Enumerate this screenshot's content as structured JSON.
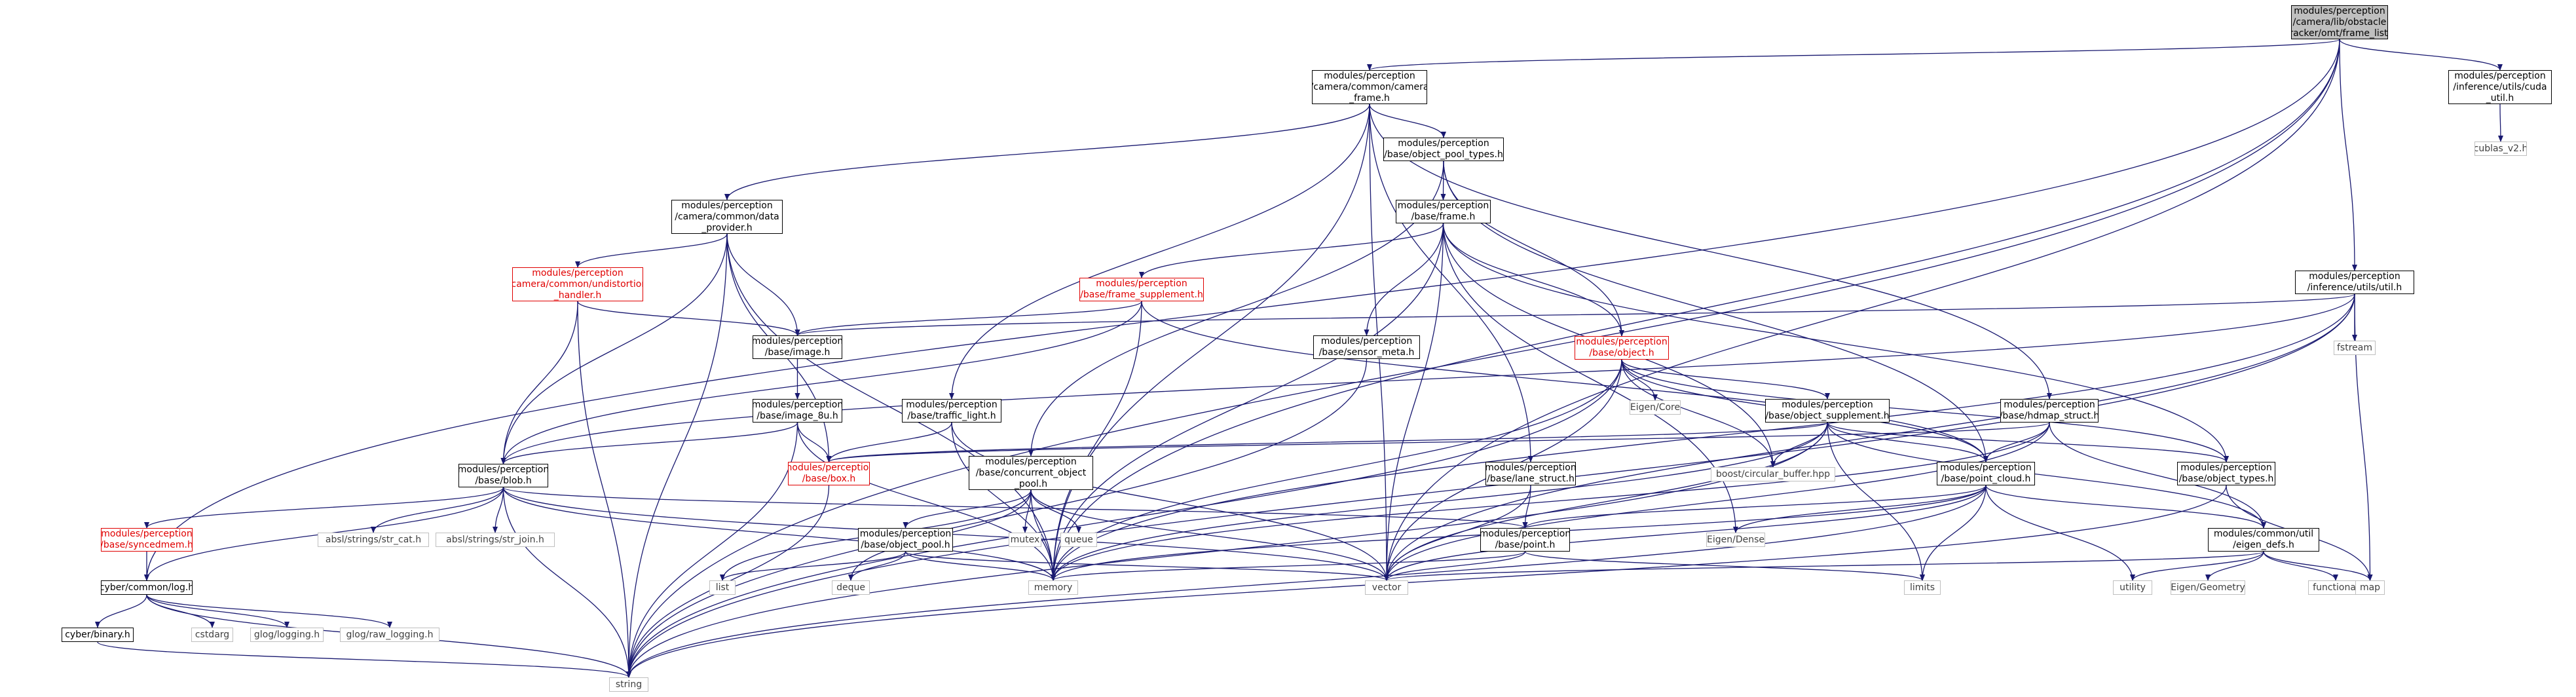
{
  "colors": {
    "edge": "#191970",
    "box": "#000000",
    "missing": "#e00000",
    "root_fill": "#bfbfbf",
    "plain_border": "#bfbfbf"
  },
  "nodes": {
    "root": {
      "label": "modules/perception\n/camera/lib/obstacle\n/tracker/omt/frame_list.h",
      "kind": "root"
    },
    "camera_frame": {
      "label": "modules/perception\n/camera/common/camera\n_frame.h",
      "kind": "normal"
    },
    "cuda_util": {
      "label": "modules/perception\n/inference/utils/cuda\n_util.h",
      "kind": "normal"
    },
    "cublas": {
      "label": "cublas_v2.h",
      "kind": "plain"
    },
    "object_pool_types": {
      "label": "modules/perception\n/base/object_pool_types.h",
      "kind": "normal"
    },
    "data_provider": {
      "label": "modules/perception\n/camera/common/data\n_provider.h",
      "kind": "normal"
    },
    "frame": {
      "label": "modules/perception\n/base/frame.h",
      "kind": "normal"
    },
    "inference_util": {
      "label": "modules/perception\n/inference/utils/util.h",
      "kind": "normal"
    },
    "undistortion": {
      "label": "modules/perception\n/camera/common/undistortion\n_handler.h",
      "kind": "red"
    },
    "frame_supplement": {
      "label": "modules/perception\n/base/frame_supplement.h",
      "kind": "red"
    },
    "fstream": {
      "label": "fstream",
      "kind": "plain"
    },
    "image": {
      "label": "modules/perception\n/base/image.h",
      "kind": "normal"
    },
    "sensor_meta": {
      "label": "modules/perception\n/base/sensor_meta.h",
      "kind": "normal"
    },
    "object": {
      "label": "modules/perception\n/base/object.h",
      "kind": "red"
    },
    "eigen_core": {
      "label": "Eigen/Core",
      "kind": "plain"
    },
    "image_8u": {
      "label": "modules/perception\n/base/image_8u.h",
      "kind": "normal"
    },
    "traffic_light": {
      "label": "modules/perception\n/base/traffic_light.h",
      "kind": "normal"
    },
    "object_supplement": {
      "label": "modules/perception\n/base/object_supplement.h",
      "kind": "normal"
    },
    "hdmap_struct": {
      "label": "modules/perception\n/base/hdmap_struct.h",
      "kind": "normal"
    },
    "blob": {
      "label": "modules/perception\n/base/blob.h",
      "kind": "normal"
    },
    "box": {
      "label": "modules/perception\n/base/box.h",
      "kind": "red"
    },
    "concurrent_pool": {
      "label": "modules/perception\n/base/concurrent_object\n_pool.h",
      "kind": "normal"
    },
    "lane_struct": {
      "label": "modules/perception\n/base/lane_struct.h",
      "kind": "normal"
    },
    "boost_cb": {
      "label": "boost/circular_buffer.hpp",
      "kind": "plain"
    },
    "point_cloud": {
      "label": "modules/perception\n/base/point_cloud.h",
      "kind": "normal"
    },
    "object_types": {
      "label": "modules/perception\n/base/object_types.h",
      "kind": "normal"
    },
    "syncedmem": {
      "label": "modules/perception\n/base/syncedmem.h",
      "kind": "red"
    },
    "str_cat": {
      "label": "absl/strings/str_cat.h",
      "kind": "plain"
    },
    "str_join": {
      "label": "absl/strings/str_join.h",
      "kind": "plain"
    },
    "mutex": {
      "label": "mutex",
      "kind": "plain"
    },
    "queue": {
      "label": "queue",
      "kind": "plain"
    },
    "object_pool": {
      "label": "modules/perception\n/base/object_pool.h",
      "kind": "normal"
    },
    "point": {
      "label": "modules/perception\n/base/point.h",
      "kind": "normal"
    },
    "eigen_dense": {
      "label": "Eigen/Dense",
      "kind": "plain"
    },
    "eigen_defs": {
      "label": "modules/common/util\n/eigen_defs.h",
      "kind": "normal"
    },
    "log": {
      "label": "cyber/common/log.h",
      "kind": "normal"
    },
    "list": {
      "label": "list",
      "kind": "plain"
    },
    "deque": {
      "label": "deque",
      "kind": "plain"
    },
    "memory": {
      "label": "memory",
      "kind": "plain"
    },
    "vector": {
      "label": "vector",
      "kind": "plain"
    },
    "limits": {
      "label": "limits",
      "kind": "plain"
    },
    "utility": {
      "label": "utility",
      "kind": "plain"
    },
    "eigen_geometry": {
      "label": "Eigen/Geometry",
      "kind": "plain"
    },
    "functional": {
      "label": "functional",
      "kind": "plain"
    },
    "map": {
      "label": "map",
      "kind": "plain"
    },
    "binary": {
      "label": "cyber/binary.h",
      "kind": "normal"
    },
    "cstdarg": {
      "label": "cstdarg",
      "kind": "plain"
    },
    "glog_logging": {
      "label": "glog/logging.h",
      "kind": "plain"
    },
    "glog_raw": {
      "label": "glog/raw_logging.h",
      "kind": "plain"
    },
    "string": {
      "label": "string",
      "kind": "plain"
    }
  },
  "edges": [
    [
      "root",
      "camera_frame"
    ],
    [
      "root",
      "cuda_util"
    ],
    [
      "root",
      "inference_util"
    ],
    [
      "root",
      "log"
    ],
    [
      "root",
      "memory"
    ],
    [
      "root",
      "vector"
    ],
    [
      "root",
      "string"
    ],
    [
      "cuda_util",
      "cublas"
    ],
    [
      "camera_frame",
      "object_pool_types"
    ],
    [
      "camera_frame",
      "data_provider"
    ],
    [
      "camera_frame",
      "traffic_light"
    ],
    [
      "camera_frame",
      "hdmap_struct"
    ],
    [
      "camera_frame",
      "lane_struct"
    ],
    [
      "camera_frame",
      "memory"
    ],
    [
      "camera_frame",
      "vector"
    ],
    [
      "object_pool_types",
      "frame"
    ],
    [
      "object_pool_types",
      "object"
    ],
    [
      "object_pool_types",
      "concurrent_pool"
    ],
    [
      "object_pool_types",
      "point_cloud"
    ],
    [
      "data_provider",
      "undistortion"
    ],
    [
      "data_provider",
      "image"
    ],
    [
      "data_provider",
      "blob"
    ],
    [
      "data_provider",
      "box"
    ],
    [
      "data_provider",
      "memory"
    ],
    [
      "data_provider",
      "string"
    ],
    [
      "undistortion",
      "image"
    ],
    [
      "undistortion",
      "blob"
    ],
    [
      "undistortion",
      "string"
    ],
    [
      "frame",
      "frame_supplement"
    ],
    [
      "frame",
      "sensor_meta"
    ],
    [
      "frame",
      "object"
    ],
    [
      "frame",
      "object_types"
    ],
    [
      "frame",
      "memory"
    ],
    [
      "frame",
      "vector"
    ],
    [
      "frame",
      "eigen_dense"
    ],
    [
      "frame",
      "boost_cb"
    ],
    [
      "frame_supplement",
      "image"
    ],
    [
      "frame_supplement",
      "blob"
    ],
    [
      "frame_supplement",
      "point_cloud"
    ],
    [
      "frame_supplement",
      "memory"
    ],
    [
      "inference_util",
      "fstream"
    ],
    [
      "inference_util",
      "image"
    ],
    [
      "inference_util",
      "blob"
    ],
    [
      "inference_util",
      "memory"
    ],
    [
      "inference_util",
      "map"
    ],
    [
      "inference_util",
      "vector"
    ],
    [
      "inference_util",
      "string"
    ],
    [
      "image",
      "image_8u"
    ],
    [
      "sensor_meta",
      "string"
    ],
    [
      "object",
      "eigen_core"
    ],
    [
      "object",
      "object_supplement"
    ],
    [
      "object",
      "object_types"
    ],
    [
      "object",
      "point_cloud"
    ],
    [
      "object",
      "boost_cb"
    ],
    [
      "object",
      "memory"
    ],
    [
      "object",
      "vector"
    ],
    [
      "object",
      "string"
    ],
    [
      "image_8u",
      "blob"
    ],
    [
      "image_8u",
      "box"
    ],
    [
      "image_8u",
      "memory"
    ],
    [
      "image_8u",
      "string"
    ],
    [
      "traffic_light",
      "box"
    ],
    [
      "traffic_light",
      "memory"
    ],
    [
      "traffic_light",
      "vector"
    ],
    [
      "object_supplement",
      "box"
    ],
    [
      "object_supplement",
      "point_cloud"
    ],
    [
      "object_supplement",
      "object_types"
    ],
    [
      "object_supplement",
      "eigen_defs"
    ],
    [
      "object_supplement",
      "boost_cb"
    ],
    [
      "object_supplement",
      "memory"
    ],
    [
      "object_supplement",
      "vector"
    ],
    [
      "object_supplement",
      "string"
    ],
    [
      "object_supplement",
      "limits"
    ],
    [
      "hdmap_struct",
      "box"
    ],
    [
      "hdmap_struct",
      "point_cloud"
    ],
    [
      "hdmap_struct",
      "eigen_defs"
    ],
    [
      "hdmap_struct",
      "memory"
    ],
    [
      "hdmap_struct",
      "vector"
    ],
    [
      "blob",
      "syncedmem"
    ],
    [
      "blob",
      "str_cat"
    ],
    [
      "blob",
      "str_join"
    ],
    [
      "blob",
      "log"
    ],
    [
      "blob",
      "memory"
    ],
    [
      "blob",
      "vector"
    ],
    [
      "blob",
      "string"
    ],
    [
      "blob",
      "point"
    ],
    [
      "box",
      "string"
    ],
    [
      "concurrent_pool",
      "mutex"
    ],
    [
      "concurrent_pool",
      "queue"
    ],
    [
      "concurrent_pool",
      "object_pool"
    ],
    [
      "concurrent_pool",
      "list"
    ],
    [
      "concurrent_pool",
      "deque"
    ],
    [
      "concurrent_pool",
      "memory"
    ],
    [
      "concurrent_pool",
      "vector"
    ],
    [
      "lane_struct",
      "point"
    ],
    [
      "lane_struct",
      "vector"
    ],
    [
      "point_cloud",
      "point"
    ],
    [
      "point_cloud",
      "eigen_dense"
    ],
    [
      "point_cloud",
      "eigen_defs"
    ],
    [
      "point_cloud",
      "memory"
    ],
    [
      "point_cloud",
      "vector"
    ],
    [
      "point_cloud",
      "limits"
    ],
    [
      "point_cloud",
      "utility"
    ],
    [
      "point_cloud",
      "string"
    ],
    [
      "object_types",
      "map"
    ],
    [
      "object_types",
      "string"
    ],
    [
      "syncedmem",
      "log"
    ],
    [
      "object_pool",
      "list"
    ],
    [
      "object_pool",
      "deque"
    ],
    [
      "object_pool",
      "memory"
    ],
    [
      "object_pool",
      "vector"
    ],
    [
      "point",
      "memory"
    ],
    [
      "point",
      "vector"
    ],
    [
      "point",
      "limits"
    ],
    [
      "eigen_defs",
      "map"
    ],
    [
      "eigen_defs",
      "vector"
    ],
    [
      "eigen_defs",
      "utility"
    ],
    [
      "eigen_defs",
      "functional"
    ],
    [
      "eigen_defs",
      "eigen_geometry"
    ],
    [
      "log",
      "binary"
    ],
    [
      "log",
      "cstdarg"
    ],
    [
      "log",
      "glog_logging"
    ],
    [
      "log",
      "glog_raw"
    ],
    [
      "log",
      "string"
    ],
    [
      "binary",
      "string"
    ]
  ]
}
